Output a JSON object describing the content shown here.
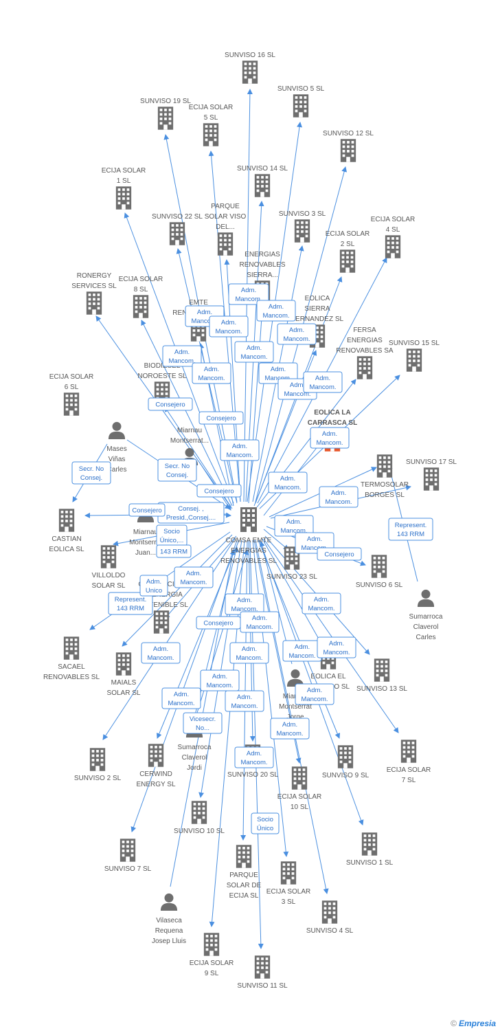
{
  "center": {
    "label": [
      "COMSA EMTE",
      "ENERGIAS",
      "RENOVABLES SL"
    ]
  },
  "colors": {
    "edge": "#4a8fe0",
    "icon": "#6e6e6e",
    "highlight": "#e8572b",
    "label_text": "#555555",
    "badge_text": "#2a6fc9"
  },
  "companies": [
    {
      "label": [
        "SUNVISO 16 SL"
      ]
    },
    {
      "label": [
        "SUNVISO 5 SL"
      ]
    },
    {
      "label": [
        "SUNVISO 19 SL"
      ]
    },
    {
      "label": [
        "ECIJA SOLAR",
        "5 SL"
      ]
    },
    {
      "label": [
        "SUNVISO 12 SL"
      ]
    },
    {
      "label": [
        "ECIJA SOLAR",
        "1 SL"
      ]
    },
    {
      "label": [
        "SUNVISO 14 SL"
      ]
    },
    {
      "label": [
        "PARQUE",
        "SOLAR VISO",
        "DEL..."
      ]
    },
    {
      "label": [
        "SUNVISO 22 SL"
      ]
    },
    {
      "label": [
        "SUNVISO 3 SL"
      ]
    },
    {
      "label": [
        "ECIJA SOLAR",
        "4 SL"
      ]
    },
    {
      "label": [
        "ECIJA SOLAR",
        "2 SL"
      ]
    },
    {
      "label": [
        "ENERGIAS",
        "RENOVABLES",
        "SIERRA..."
      ]
    },
    {
      "label": [
        "RONERGY",
        "SERVICES  SL"
      ]
    },
    {
      "label": [
        "ECIJA SOLAR",
        "8 SL"
      ]
    },
    {
      "label": [
        "EMTE",
        "RENOVABLES..."
      ]
    },
    {
      "label": [
        "EOLICA",
        "SIERRA",
        "FERNANDEZ SL"
      ]
    },
    {
      "label": [
        "FERSA",
        "ENERGIAS",
        "RENOVABLES SA"
      ]
    },
    {
      "label": [
        "SUNVISO 15 SL"
      ]
    },
    {
      "label": [
        "BIODIESEL",
        "NOROESTE SL"
      ]
    },
    {
      "label": [
        "ECIJA SOLAR",
        "6 SL"
      ]
    },
    {
      "label": [
        "EOLICA LA",
        "CARRASCA SL"
      ]
    },
    {
      "label": [
        "TERMOSOLAR",
        "BORGES SL"
      ]
    },
    {
      "label": [
        "SUNVISO 17 SL"
      ]
    },
    {
      "label": [
        "CASTIAN",
        "EOLICA SL"
      ]
    },
    {
      "label": [
        "VILLOLDO",
        "SOLAR SL"
      ]
    },
    {
      "label": [
        "SUNVISO 23 SL"
      ]
    },
    {
      "label": [
        "SUNVISO 6 SL"
      ]
    },
    {
      "label": [
        "SACAEL",
        "RENOVABLES SL"
      ]
    },
    {
      "label": [
        "MAIALS",
        "SOLAR SL"
      ]
    },
    {
      "label": [
        "GENERACION",
        "DE ENERGIA",
        "SOSTENIBLE SL"
      ]
    },
    {
      "label": [
        "EOLICA EL",
        "HORNICO SL"
      ]
    },
    {
      "label": [
        "SUNVISO 13 SL"
      ]
    },
    {
      "label": [
        "ECIJA SOLAR",
        "7 SL"
      ]
    },
    {
      "label": [
        "SUNVISO 2 SL"
      ]
    },
    {
      "label": [
        "CERWIND",
        "ENERGY  SL"
      ]
    },
    {
      "label": [
        "SUNVISO 20 SL"
      ]
    },
    {
      "label": [
        "SUNVISO 9 SL"
      ]
    },
    {
      "label": [
        "ECIJA SOLAR",
        "10 SL"
      ]
    },
    {
      "label": [
        "SUNVISO 10 SL"
      ]
    },
    {
      "label": [
        "SUNVISO 7 SL"
      ]
    },
    {
      "label": [
        "SUNVISO 1 SL"
      ]
    },
    {
      "label": [
        "PARQUE",
        "SOLAR DE",
        "ECIJA SL"
      ]
    },
    {
      "label": [
        "ECIJA SOLAR",
        "3 SL"
      ]
    },
    {
      "label": [
        "SUNVISO 4 SL"
      ]
    },
    {
      "label": [
        "ECIJA SOLAR",
        "9 SL"
      ]
    },
    {
      "label": [
        "SUNVISO 11 SL"
      ]
    }
  ],
  "persons": [
    {
      "label": [
        "Mases",
        "Viñas",
        "Carles"
      ]
    },
    {
      "label": [
        "Miarnau",
        "Montserrat..."
      ]
    },
    {
      "label": [
        "Miarnau",
        "Montserrat",
        "Juan..."
      ]
    },
    {
      "label": [
        "Sumarroca",
        "Claverol",
        "Carles"
      ]
    },
    {
      "label": [
        "Miarnau",
        "Montserrat",
        "Jorge"
      ]
    },
    {
      "label": [
        "Sumarroca",
        "Claverol",
        "Jordi"
      ]
    },
    {
      "label": [
        "Vilaseca",
        "Requena",
        "Josep Lluis"
      ]
    }
  ],
  "relations": [
    {
      "label": [
        "Adm.",
        "Mancom."
      ]
    },
    {
      "label": [
        "Adm.",
        "Mancom."
      ]
    },
    {
      "label": [
        "Adm.",
        "Mancom."
      ]
    },
    {
      "label": [
        "Adm.",
        "Mancom."
      ]
    },
    {
      "label": [
        "Adm.",
        "Mancom."
      ]
    },
    {
      "label": [
        "Adm.",
        "Mancom."
      ]
    },
    {
      "label": [
        "Adm.",
        "Mancom."
      ]
    },
    {
      "label": [
        "Adm.",
        "Mancom."
      ]
    },
    {
      "label": [
        "Adm.",
        "Mancom."
      ]
    },
    {
      "label": [
        "Adm.",
        "Mancom."
      ]
    },
    {
      "label": [
        "Adm.",
        "Mancom."
      ]
    },
    {
      "label": [
        "Consejero"
      ]
    },
    {
      "label": [
        "Consejero"
      ]
    },
    {
      "label": [
        "Adm.",
        "Mancom."
      ]
    },
    {
      "label": [
        "Adm.",
        "Mancom."
      ]
    },
    {
      "label": [
        "Secr.  No",
        "Consej."
      ]
    },
    {
      "label": [
        "Secr.  No",
        "Consej."
      ]
    },
    {
      "label": [
        "Consejero"
      ]
    },
    {
      "label": [
        "Consej. ,",
        "Presid.,Consej...."
      ]
    },
    {
      "label": [
        "Consejero"
      ]
    },
    {
      "label": [
        "Adm.",
        "Mancom."
      ]
    },
    {
      "label": [
        "Adm.",
        "Mancom."
      ]
    },
    {
      "label": [
        "Adm.",
        "Mancom."
      ]
    },
    {
      "label": [
        "Socio",
        "Único,..."
      ]
    },
    {
      "label": [
        "143 RRM"
      ]
    },
    {
      "label": [
        "Adm.",
        "Mancom."
      ]
    },
    {
      "label": [
        "Adm.",
        "Mancom."
      ]
    },
    {
      "label": [
        "Consejero"
      ]
    },
    {
      "label": [
        "Represent.",
        "143 RRM"
      ]
    },
    {
      "label": [
        "Adm.",
        "Unico"
      ]
    },
    {
      "label": [
        "Represent.",
        "143 RRM"
      ]
    },
    {
      "label": [
        "Adm.",
        "Mancom."
      ]
    },
    {
      "label": [
        "Consejero"
      ]
    },
    {
      "label": [
        "Adm.",
        "Mancom."
      ]
    },
    {
      "label": [
        "Adm.",
        "Mancom."
      ]
    },
    {
      "label": [
        "Adm.",
        "Mancom."
      ]
    },
    {
      "label": [
        "Adm.",
        "Mancom."
      ]
    },
    {
      "label": [
        "Adm.",
        "Mancom."
      ]
    },
    {
      "label": [
        "Adm.",
        "Mancom."
      ]
    },
    {
      "label": [
        "Adm.",
        "Mancom."
      ]
    },
    {
      "label": [
        "Adm.",
        "Mancom."
      ]
    },
    {
      "label": [
        "Adm.",
        "Mancom."
      ]
    },
    {
      "label": [
        "Adm.",
        "Mancom."
      ]
    },
    {
      "label": [
        "Vicesecr.",
        "No..."
      ]
    },
    {
      "label": [
        "Adm.",
        "Mancom."
      ]
    },
    {
      "label": [
        "Adm.",
        "Mancom."
      ]
    },
    {
      "label": [
        "Socio",
        "Único"
      ]
    }
  ],
  "footer": {
    "copyright": "©",
    "brand": "Empresia"
  }
}
